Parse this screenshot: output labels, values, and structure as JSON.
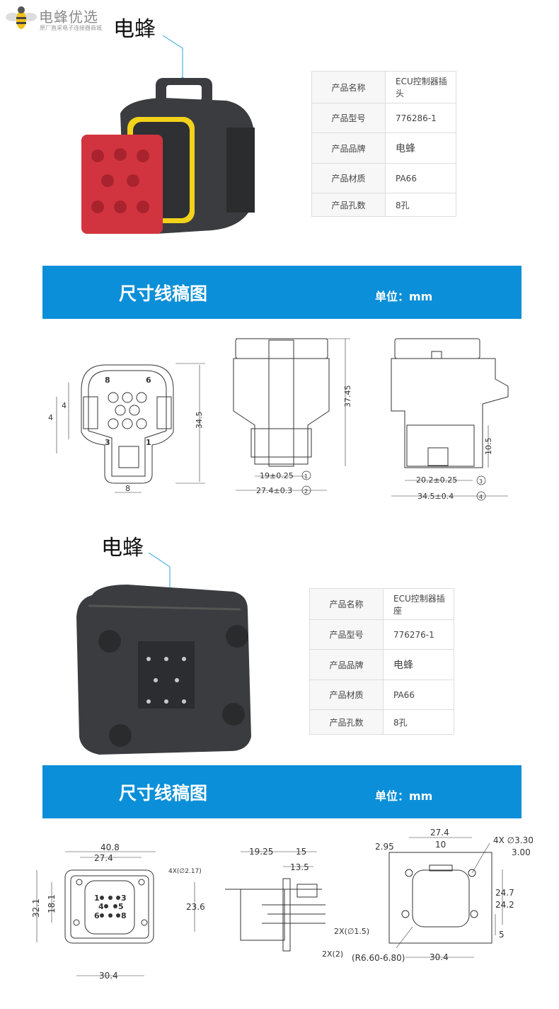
{
  "logo": {
    "name": "电蜂优选",
    "tagline": "原厂直采电子连接器商城"
  },
  "product1": {
    "brand_label": "电蜂",
    "specs": [
      {
        "key": "产品名称",
        "value": "ECU控制器插头"
      },
      {
        "key": "产品型号",
        "value": "776286-1"
      },
      {
        "key": "产品品牌",
        "value": "电蜂"
      },
      {
        "key": "产品材质",
        "value": "PA66"
      },
      {
        "key": "产品孔数",
        "value": "8孔"
      }
    ],
    "banner": {
      "title": "尺寸线稿图",
      "unit": "单位：mm"
    },
    "dims": {
      "front": {
        "pitch_v1": "4",
        "pitch_v2": "4",
        "height": "34.5",
        "width": "8",
        "pin_top_left": "8",
        "pin_top_right": "6",
        "pin_bot_left": "3",
        "pin_bot_right": "1"
      },
      "side": {
        "inner": "19±0.25",
        "outer": "27.4±0.3",
        "height": "37.45",
        "n1": "1",
        "n2": "2"
      },
      "rear": {
        "inner": "20.2±0.25",
        "outer": "34.5±0.4",
        "height": "10.5",
        "n3": "3",
        "n4": "4"
      }
    }
  },
  "product2": {
    "brand_label": "电蜂",
    "specs": [
      {
        "key": "产品名称",
        "value": "ECU控制器插座"
      },
      {
        "key": "产品型号",
        "value": "776276-1"
      },
      {
        "key": "产品品牌",
        "value": "电蜂"
      },
      {
        "key": "产品材质",
        "value": "PA66"
      },
      {
        "key": "产品孔数",
        "value": "8孔"
      }
    ],
    "banner": {
      "title": "尺寸线稿图",
      "unit": "单位：mm"
    },
    "dims": {
      "front": {
        "w_outer": "40.8",
        "w_inner": "27.4",
        "h_outer": "32.1",
        "h_inner": "18.1",
        "h_right": "23.6",
        "holes": "4X(∅2.17)",
        "bottom": "30.4",
        "pins": [
          "1",
          "3",
          "4",
          "5",
          "6",
          "8"
        ]
      },
      "side": {
        "a": "19.25",
        "b": "15",
        "c": "13.5",
        "d": "2X(∅1.5)",
        "e": "2X(2)"
      },
      "panel": {
        "w": "27.4",
        "gap": "2.95",
        "tab": "10",
        "holes": "4X ∅3.30",
        "holes2": "3.00",
        "h1": "24.7",
        "h2": "24.2",
        "h3": "5",
        "radius": "(R6.60-6.80)",
        "bottom": "30.4"
      }
    }
  },
  "colors": {
    "banner": "#0b8fd8",
    "housing": "#3a3c3f",
    "insert": "#d2343f",
    "seal": "#f3d21a"
  }
}
